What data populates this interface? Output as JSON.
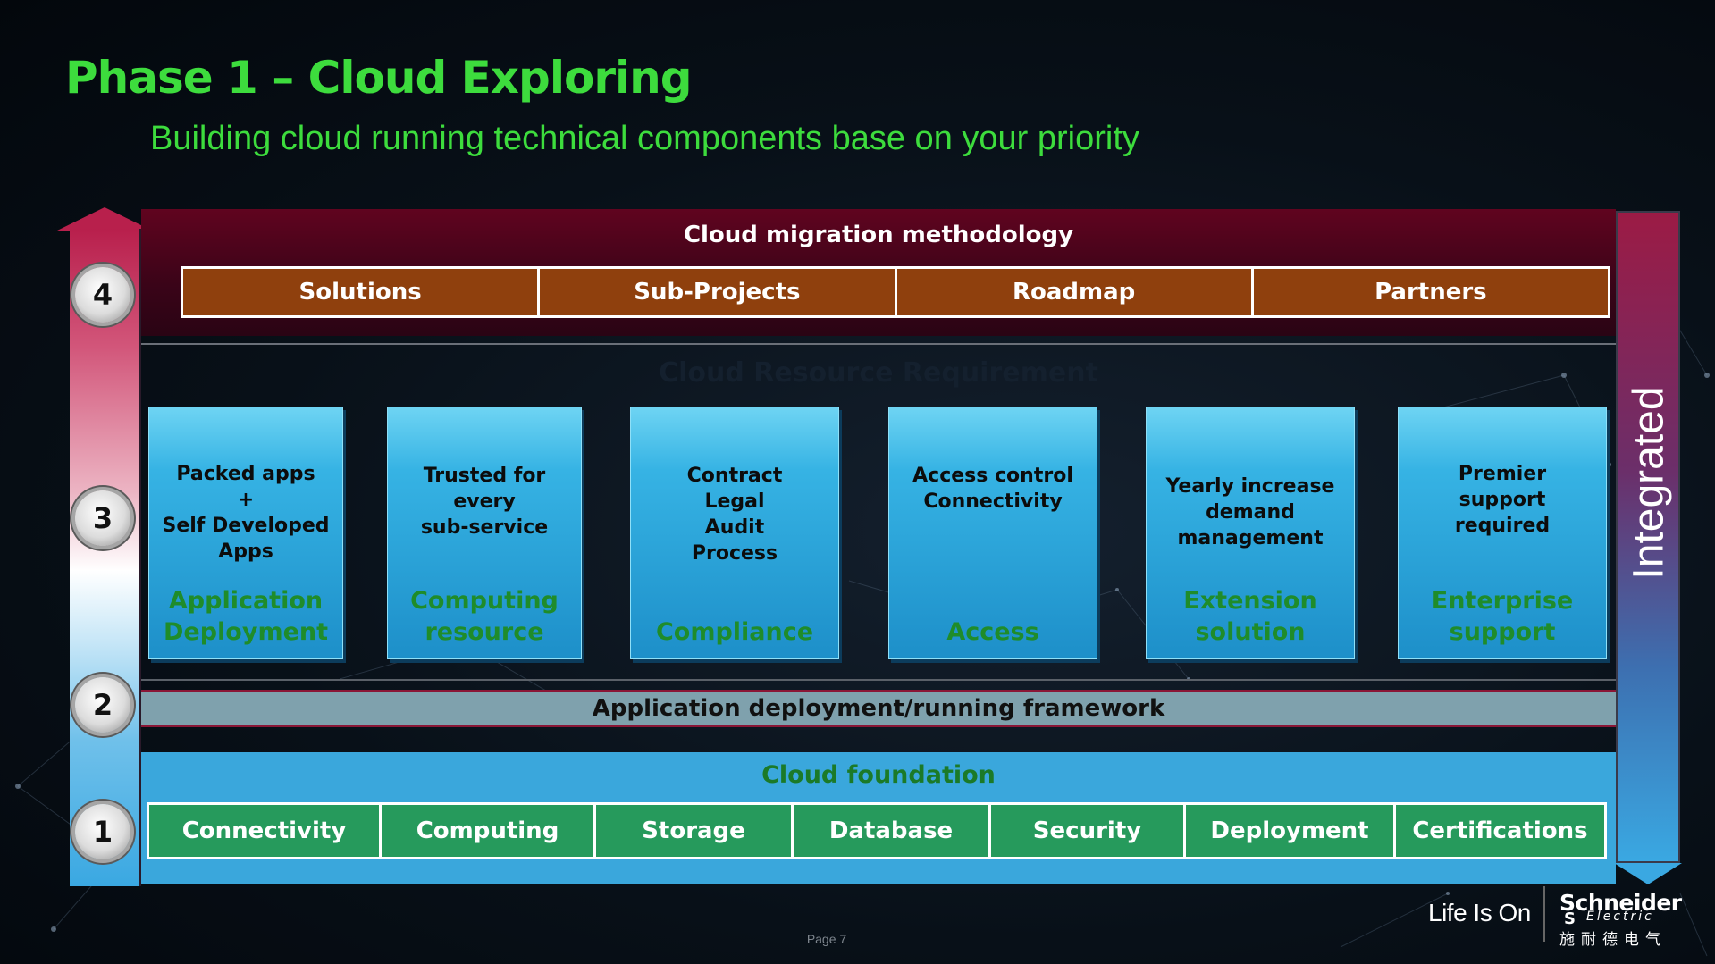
{
  "header": {
    "title": "Phase 1 – Cloud Exploring",
    "subtitle": "Building cloud running technical components base on your priority"
  },
  "levels": [
    "4",
    "3",
    "2",
    "1"
  ],
  "migration": {
    "title": "Cloud migration methodology",
    "tabs": [
      "Solutions",
      "Sub-Projects",
      "Roadmap",
      "Partners"
    ]
  },
  "requirement": {
    "title": "Cloud Resource Requirement",
    "boxes": [
      {
        "desc": "Packed apps\n+\nSelf Developed\nApps",
        "name": "Application\nDeployment"
      },
      {
        "desc": "Trusted for\nevery\nsub-service",
        "name": "Computing\nresource"
      },
      {
        "desc": "Contract\nLegal\nAudit\nProcess",
        "name": "Compliance"
      },
      {
        "desc": "Access control\nConnectivity",
        "name": "Access"
      },
      {
        "desc": "Yearly increase\ndemand\nmanagement",
        "name": "Extension\nsolution"
      },
      {
        "desc": "Premier\nsupport\nrequired",
        "name": "Enterprise\nsupport"
      }
    ]
  },
  "framework": {
    "label": "Application  deployment/running  framework"
  },
  "foundation": {
    "title": "Cloud foundation",
    "items": [
      "Connectivity",
      "Computing",
      "Storage",
      "Database",
      "Security",
      "Deployment",
      "Certifications"
    ]
  },
  "side_label": "Integrated",
  "footer": {
    "page": "Page 7",
    "slogan": "Life Is On",
    "brand": "Schneider",
    "brand_sub": "Electric",
    "brand_cn": "施耐德电气"
  },
  "colors": {
    "title_green": "#3ddc3d",
    "band_maroon": "#60041f",
    "tab_brown": "#8f400d",
    "box_blue": "#36b3e4",
    "box_name_green": "#1f8c2a",
    "foundation_blue": "#3aa7dc",
    "item_green": "#269a5c"
  }
}
